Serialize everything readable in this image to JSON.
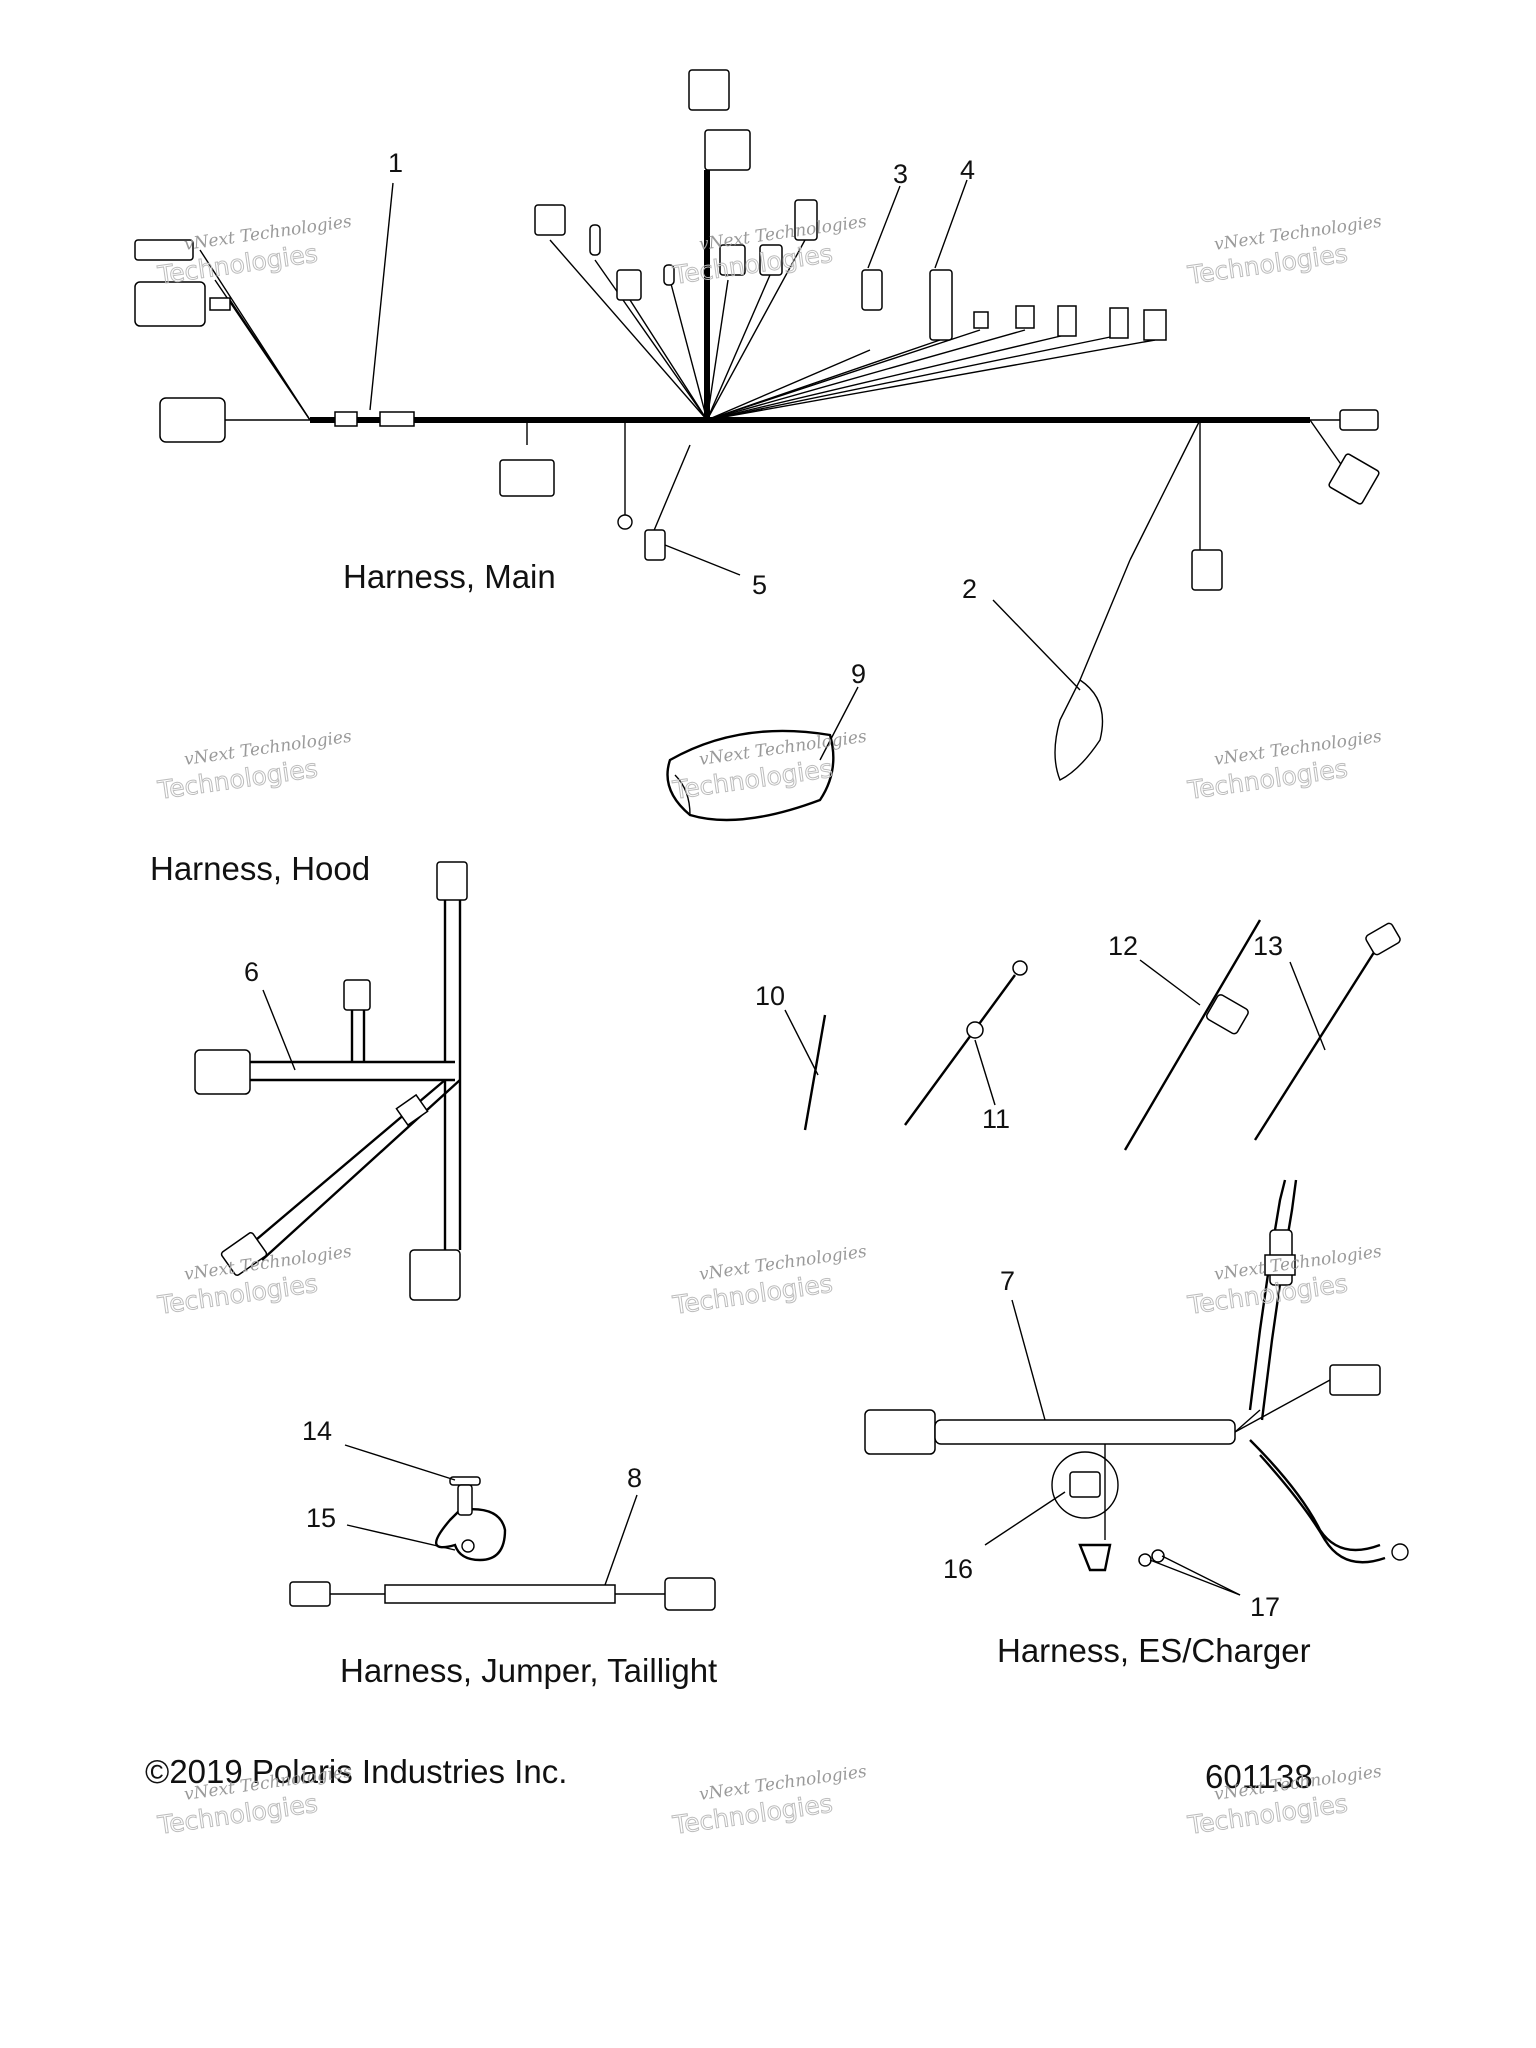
{
  "titles": {
    "main": "Harness, Main",
    "hood": "Harness, Hood",
    "jumper": "Harness, Jumper, Taillight",
    "es": "Harness, ES/Charger"
  },
  "callouts": [
    "1",
    "2",
    "3",
    "4",
    "5",
    "6",
    "7",
    "8",
    "9",
    "10",
    "11",
    "12",
    "13",
    "14",
    "15",
    "16",
    "17"
  ],
  "footer": {
    "copyright": "©2019 Polaris Industries Inc.",
    "figure_number": "601138"
  },
  "watermark": {
    "line1": "vNext Technologies",
    "line2": "Technologies"
  }
}
